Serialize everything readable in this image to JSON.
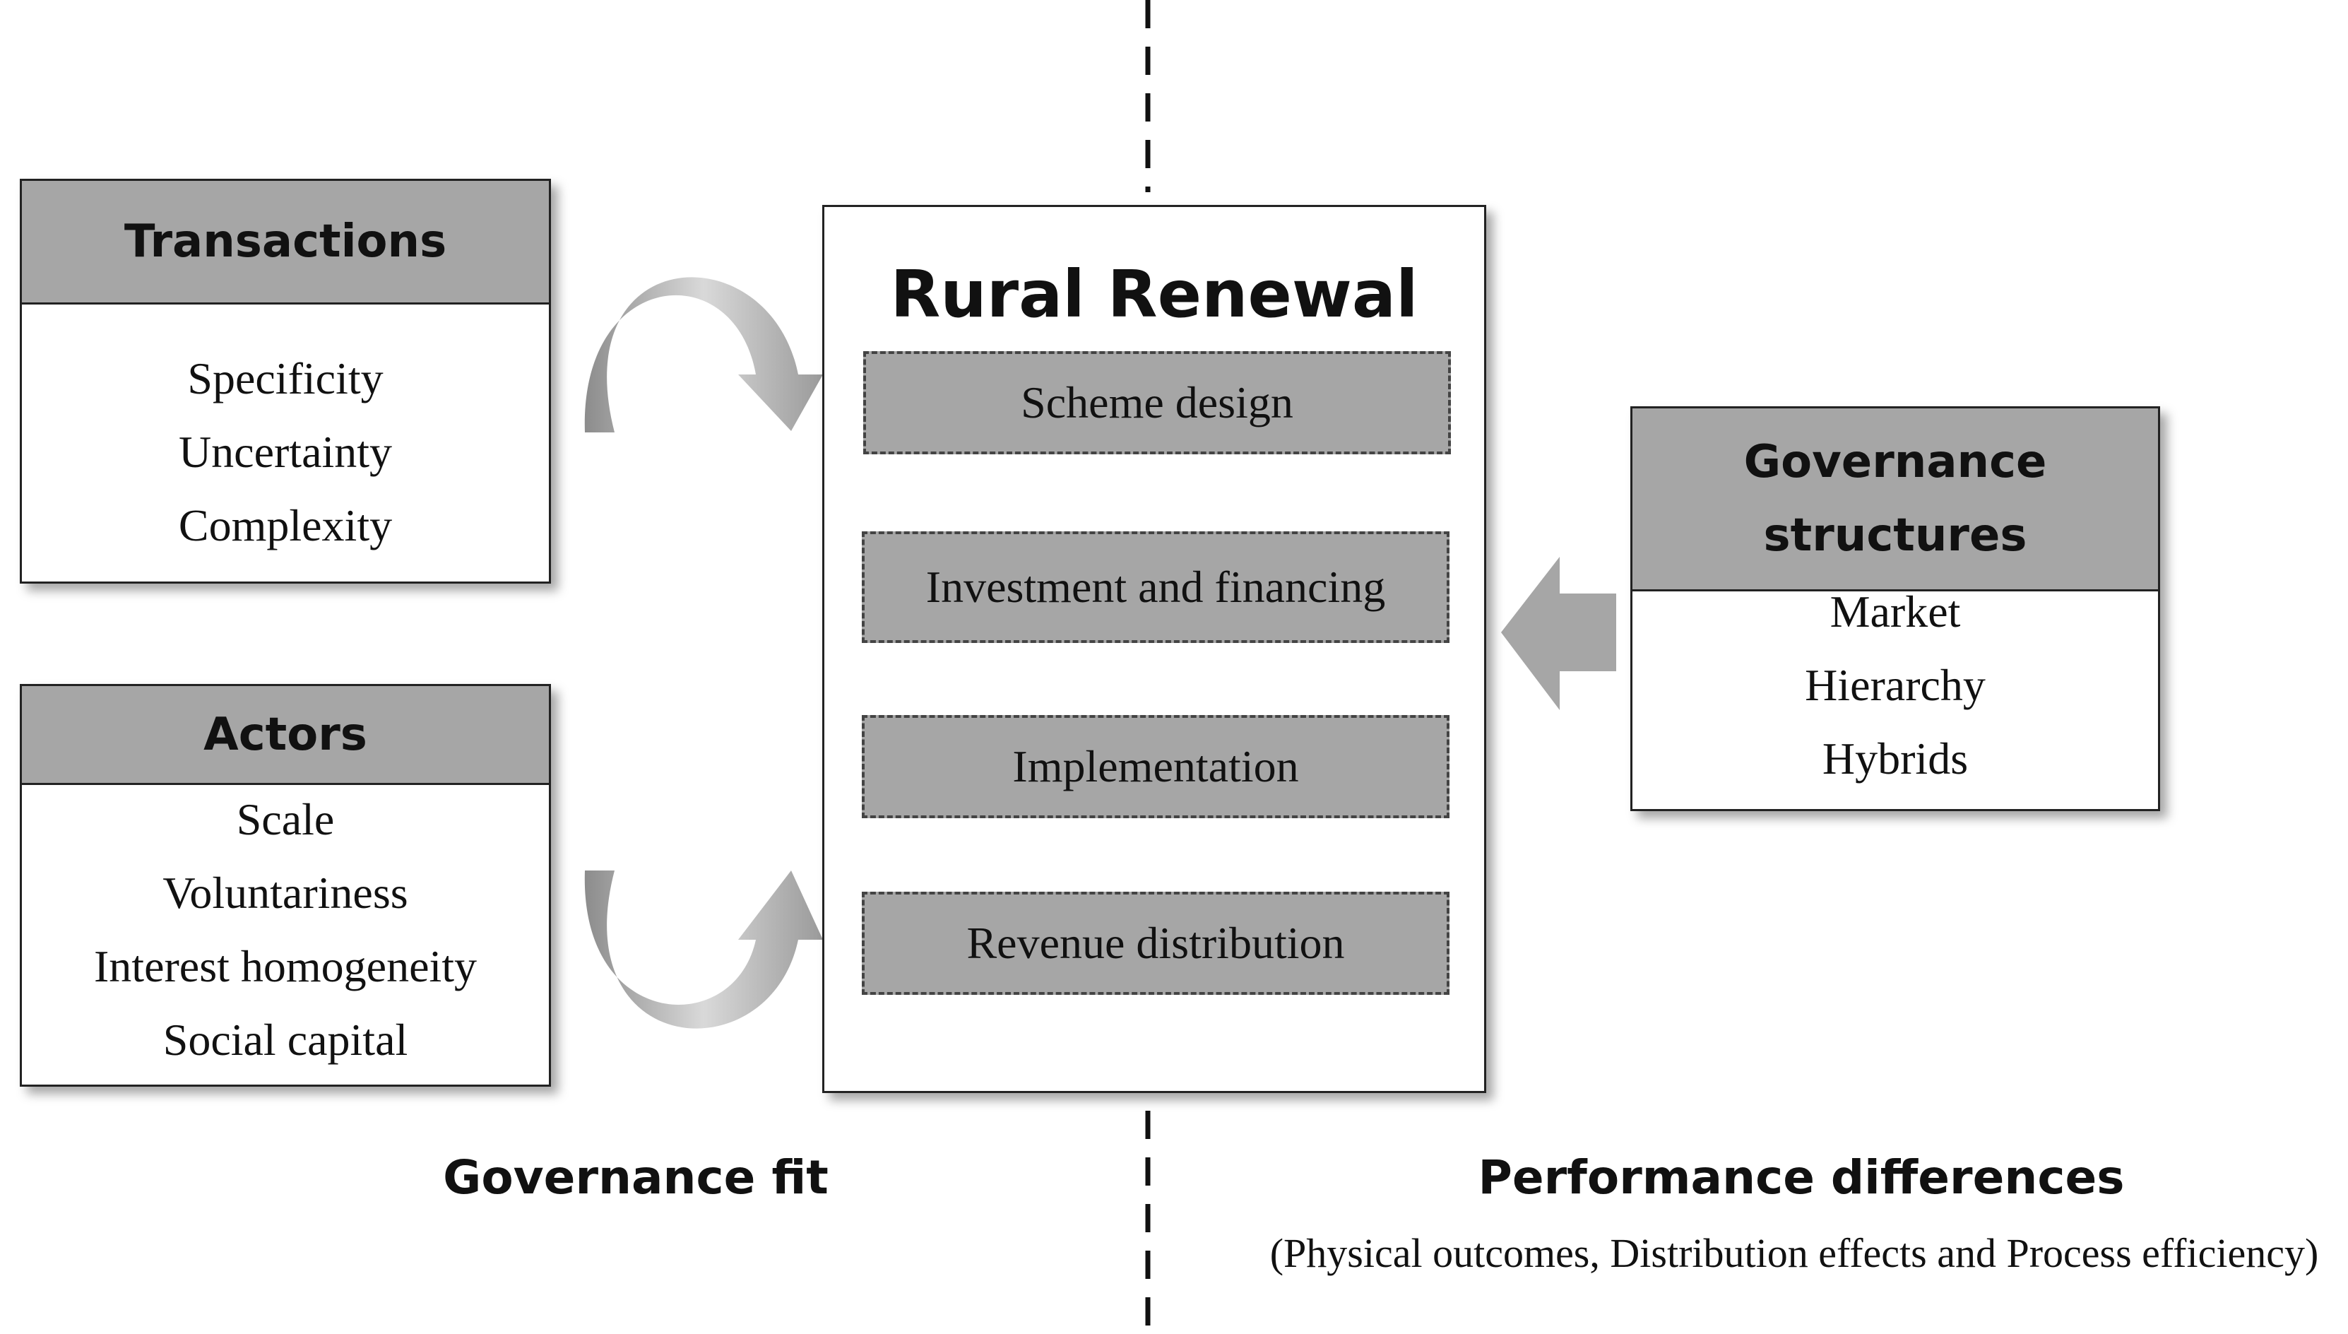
{
  "transactions": {
    "title": "Transactions",
    "items": [
      "Specificity",
      "Uncertainty",
      "Complexity"
    ]
  },
  "actors": {
    "title": "Actors",
    "items": [
      "Scale",
      "Voluntariness",
      "Interest homogeneity",
      "Social capital"
    ]
  },
  "rural_renewal": {
    "title": "Rural Renewal",
    "steps": [
      "Scheme design",
      "Investment and financing",
      "Implementation",
      "Revenue distribution"
    ]
  },
  "governance_structures": {
    "title_line1": "Governance",
    "title_line2": "structures",
    "items": [
      "Market",
      "Hierarchy",
      "Hybrids"
    ]
  },
  "bottom": {
    "governance_fit": "Governance fit",
    "performance_differences": "Performance differences",
    "performance_note": "(Physical outcomes, Distribution effects and Process efficiency)"
  },
  "colors": {
    "header_fill": "#a6a6a6",
    "arrow_fill": "#a6a6a6",
    "border": "#222222"
  }
}
